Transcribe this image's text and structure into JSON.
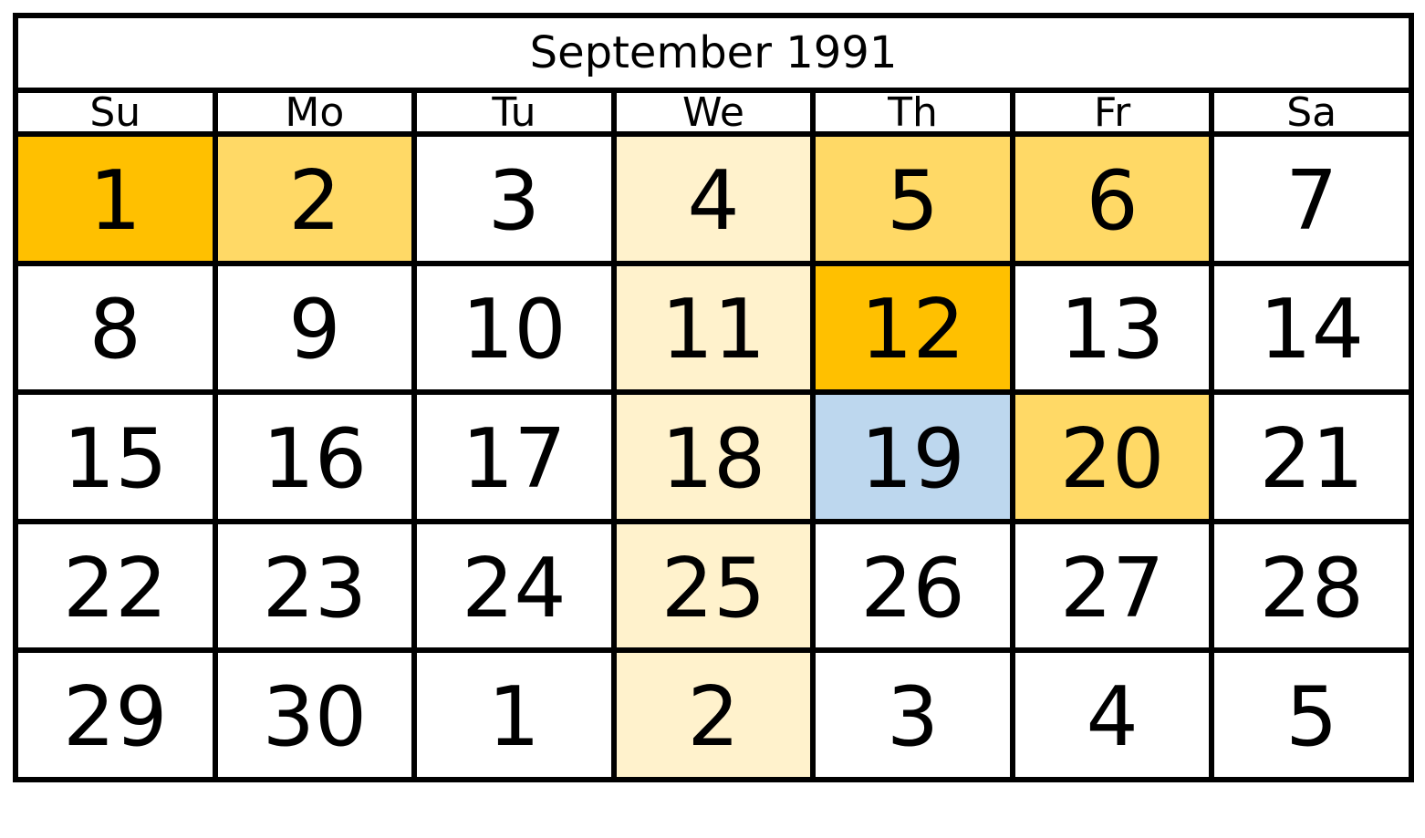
{
  "title": "September 1991",
  "colors": {
    "white": "#ffffff",
    "strong": "#ffc000",
    "medium": "#ffd966",
    "light": "#fff2cc",
    "blue": "#bdd7ee"
  },
  "weekdays": [
    "Su",
    "Mo",
    "Tu",
    "We",
    "Th",
    "Fr",
    "Sa"
  ],
  "weeks": [
    [
      {
        "day": "1",
        "fill": "strong"
      },
      {
        "day": "2",
        "fill": "medium"
      },
      {
        "day": "3",
        "fill": "white"
      },
      {
        "day": "4",
        "fill": "light"
      },
      {
        "day": "5",
        "fill": "medium"
      },
      {
        "day": "6",
        "fill": "medium"
      },
      {
        "day": "7",
        "fill": "white"
      }
    ],
    [
      {
        "day": "8",
        "fill": "white"
      },
      {
        "day": "9",
        "fill": "white"
      },
      {
        "day": "10",
        "fill": "white"
      },
      {
        "day": "11",
        "fill": "light"
      },
      {
        "day": "12",
        "fill": "strong"
      },
      {
        "day": "13",
        "fill": "white"
      },
      {
        "day": "14",
        "fill": "white"
      }
    ],
    [
      {
        "day": "15",
        "fill": "white"
      },
      {
        "day": "16",
        "fill": "white"
      },
      {
        "day": "17",
        "fill": "white"
      },
      {
        "day": "18",
        "fill": "light"
      },
      {
        "day": "19",
        "fill": "blue"
      },
      {
        "day": "20",
        "fill": "medium"
      },
      {
        "day": "21",
        "fill": "white"
      }
    ],
    [
      {
        "day": "22",
        "fill": "white"
      },
      {
        "day": "23",
        "fill": "white"
      },
      {
        "day": "24",
        "fill": "white"
      },
      {
        "day": "25",
        "fill": "light"
      },
      {
        "day": "26",
        "fill": "white"
      },
      {
        "day": "27",
        "fill": "white"
      },
      {
        "day": "28",
        "fill": "white"
      }
    ],
    [
      {
        "day": "29",
        "fill": "white"
      },
      {
        "day": "30",
        "fill": "white"
      },
      {
        "day": "1",
        "fill": "white"
      },
      {
        "day": "2",
        "fill": "light"
      },
      {
        "day": "3",
        "fill": "white"
      },
      {
        "day": "4",
        "fill": "white"
      },
      {
        "day": "5",
        "fill": "white"
      }
    ]
  ]
}
